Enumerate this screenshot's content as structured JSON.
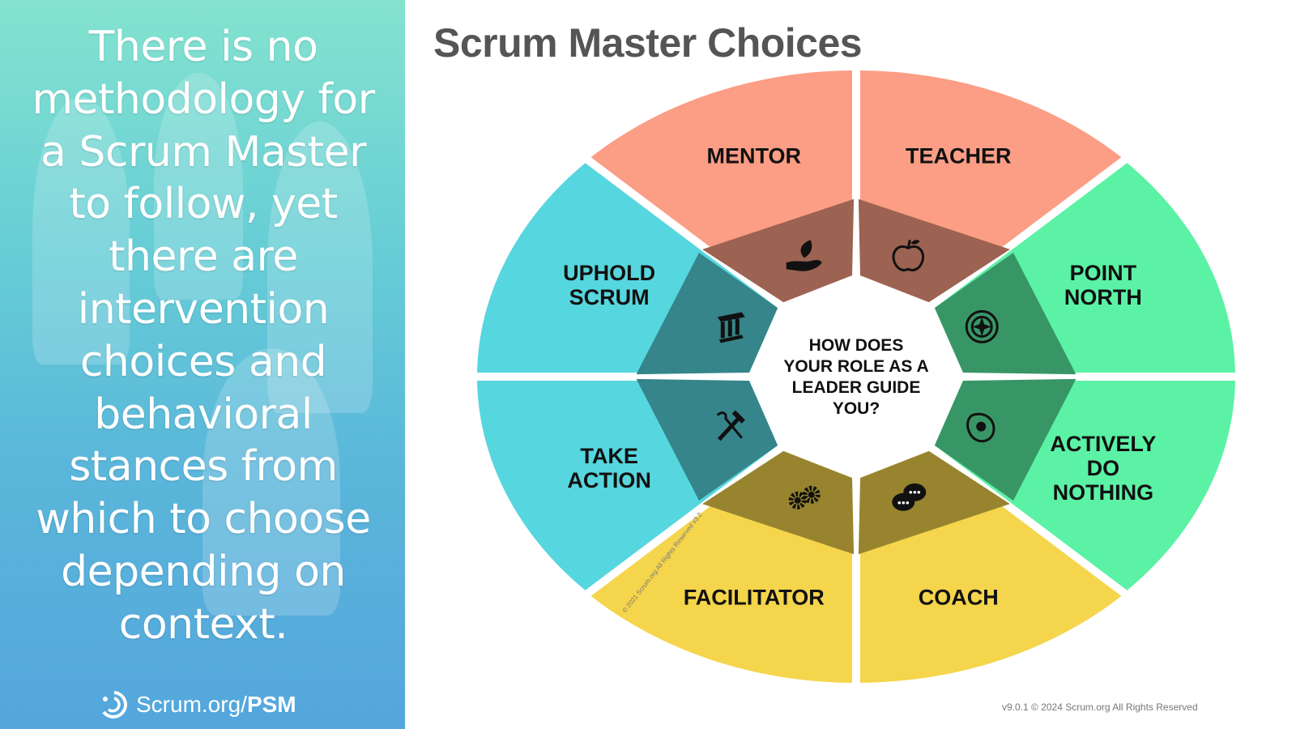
{
  "left_panel": {
    "text": "There is no methodology for a Scrum Master to follow, yet there are intervention choices and behavioral stances from which to choose depending on context.",
    "brand": {
      "name": "Scrum",
      "suffix": ".org/",
      "product": "PSM"
    }
  },
  "title": "Scrum Master Choices",
  "diagram": {
    "center_question": [
      "HOW DOES",
      "YOUR ROLE AS A",
      "LEADER GUIDE",
      "YOU?"
    ],
    "segments": [
      {
        "label": [
          "TEACHER"
        ],
        "icon": "apple-icon",
        "color": "#fb9e85"
      },
      {
        "label": [
          "POINT",
          "NORTH"
        ],
        "icon": "compass-icon",
        "color": "#5bf2a5"
      },
      {
        "label": [
          "ACTIVELY",
          "DO",
          "NOTHING"
        ],
        "icon": "eye-icon",
        "color": "#5bf2a5"
      },
      {
        "label": [
          "COACH"
        ],
        "icon": "chat-bubbles-icon",
        "color": "#f5d54b"
      },
      {
        "label": [
          "FACILITATOR"
        ],
        "icon": "gears-icon",
        "color": "#f5d54b"
      },
      {
        "label": [
          "TAKE",
          "ACTION"
        ],
        "icon": "tools-icon",
        "color": "#56d6de"
      },
      {
        "label": [
          "UPHOLD",
          "SCRUM"
        ],
        "icon": "pillars-icon",
        "color": "#56d6de"
      },
      {
        "label": [
          "MENTOR"
        ],
        "icon": "hand-leaf-icon",
        "color": "#fb9e85"
      }
    ],
    "watermark": "© 2021 Scrum.org All Rights Reserved v3.2"
  },
  "footer": {
    "version": "v9.0.1 © 2024 Scrum.org All Rights Reserved"
  }
}
